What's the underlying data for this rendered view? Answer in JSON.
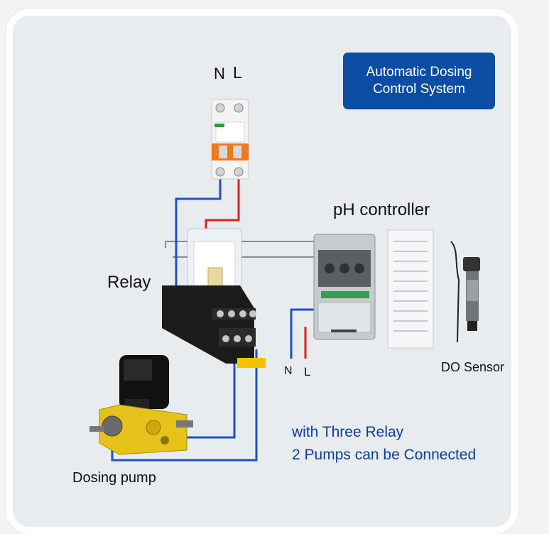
{
  "title": {
    "line1": "Automatic Dosing",
    "line2": "Control System"
  },
  "labels": {
    "breaker_n": "N",
    "breaker_l": "L",
    "controller_n": "N",
    "controller_l": "L",
    "relay": "Relay",
    "ph_controller": "pH controller",
    "do_sensor": "DO Sensor",
    "dosing_pump": "Dosing pump"
  },
  "note": {
    "line1": "with Three Relay",
    "line2": "2 Pumps can be Connected"
  },
  "colors": {
    "blue_wire": "#1e4fc7",
    "red_wire": "#e02020",
    "gray_wire": "#8a8a8a",
    "note_text": "#0b3f96",
    "title_bg": "#0b4da2",
    "breaker_orange": "#f07a1a",
    "pump_yellow": "#e6c21a"
  },
  "icons": [
    "breaker-icon",
    "relay-icon",
    "ph-controller-icon",
    "manual-sheet-icon",
    "do-sensor-icon",
    "dosing-pump-icon"
  ]
}
